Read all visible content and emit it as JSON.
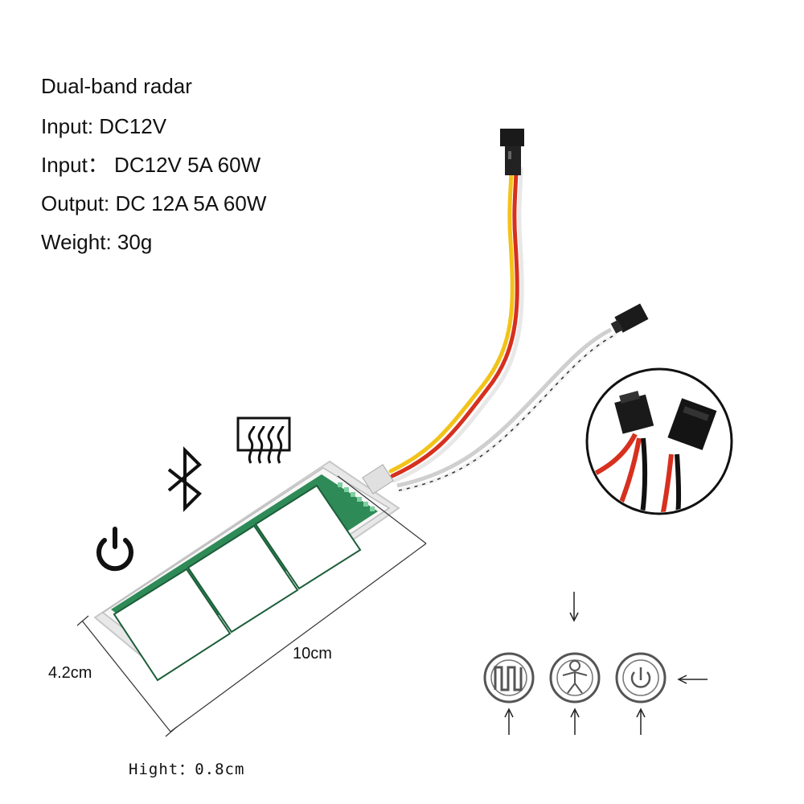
{
  "specs": {
    "line1": "Dual-band radar",
    "line2": "Input: DC12V",
    "line3": "Input： DC12V 5A 60W",
    "line4": "Output: DC 12A 5A 60W",
    "line5": "Weight: 30g"
  },
  "dimensions": {
    "length": "10cm",
    "width": "4.2cm",
    "height": "Hight：0.8cm"
  },
  "icons": {
    "power": "power-icon",
    "bluetooth": "bluetooth-icon",
    "defog": "defog-icon",
    "bottom_row": [
      "heater-coil-icon",
      "human-sensor-icon",
      "power-button-icon"
    ]
  },
  "colors": {
    "pcb": "#2e8b57",
    "wire_red": "#d7301f",
    "wire_yellow": "#f2c318",
    "wire_white": "#f0f0f0",
    "wire_black": "#111111"
  }
}
